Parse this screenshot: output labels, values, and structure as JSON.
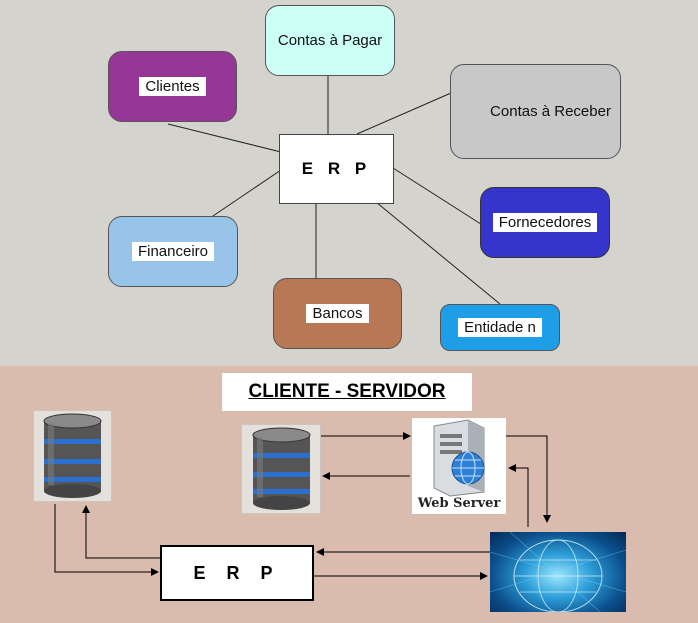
{
  "top_diagram": {
    "center": "E R P",
    "nodes": {
      "contas_pagar": "Contas à Pagar",
      "clientes": "Clientes",
      "contas_receber": "Contas à Receber",
      "fornecedores": "Fornecedores",
      "financeiro": "Financeiro",
      "bancos": "Bancos",
      "entidade": "Entidade n"
    },
    "colors": {
      "contas_pagar": "#ccfff5",
      "clientes": "#963696",
      "contas_receber": "#c8c8c8",
      "fornecedores": "#3535cc",
      "financeiro": "#99c4ea",
      "bancos": "#b87755",
      "entidade": "#1f9ee8"
    }
  },
  "bottom_diagram": {
    "title": "CLIENTE - SERVIDOR",
    "erp": "E R P",
    "web_server": "Web Server",
    "icons": [
      "database-icon",
      "database-icon",
      "web-server-icon",
      "globe-icon"
    ]
  }
}
